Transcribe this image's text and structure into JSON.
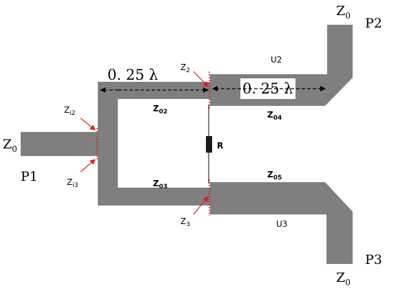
{
  "ports": {
    "p1": "P1",
    "p2": "P2",
    "p3": "P3"
  },
  "impedances": {
    "z0_main": "Z",
    "z0_main_sub": "0",
    "z0_top": "Z",
    "z0_top_sub": "0",
    "z0_bottom": "Z",
    "z0_bottom_sub": "0",
    "zi2": "Z",
    "zi2_sub": "i2",
    "zi3": "Z",
    "zi3_sub": "i3",
    "z2": "Z",
    "z2_sub": "2",
    "z3": "Z",
    "z3_sub": "3",
    "z02": "Z",
    "z02_sub": "02",
    "z03": "Z",
    "z03_sub": "03",
    "z04": "Z",
    "z04_sub": "04",
    "z05": "Z",
    "z05_sub": "05"
  },
  "lengths": {
    "left": "0. 25 λ",
    "right": "0. 25 λ"
  },
  "components": {
    "resistor": "R",
    "u2": "U2",
    "u3": "U3"
  },
  "colors": {
    "trace": "#7f7f7f",
    "marker": "#e41b1b",
    "resistor": "#1a1a1a"
  }
}
